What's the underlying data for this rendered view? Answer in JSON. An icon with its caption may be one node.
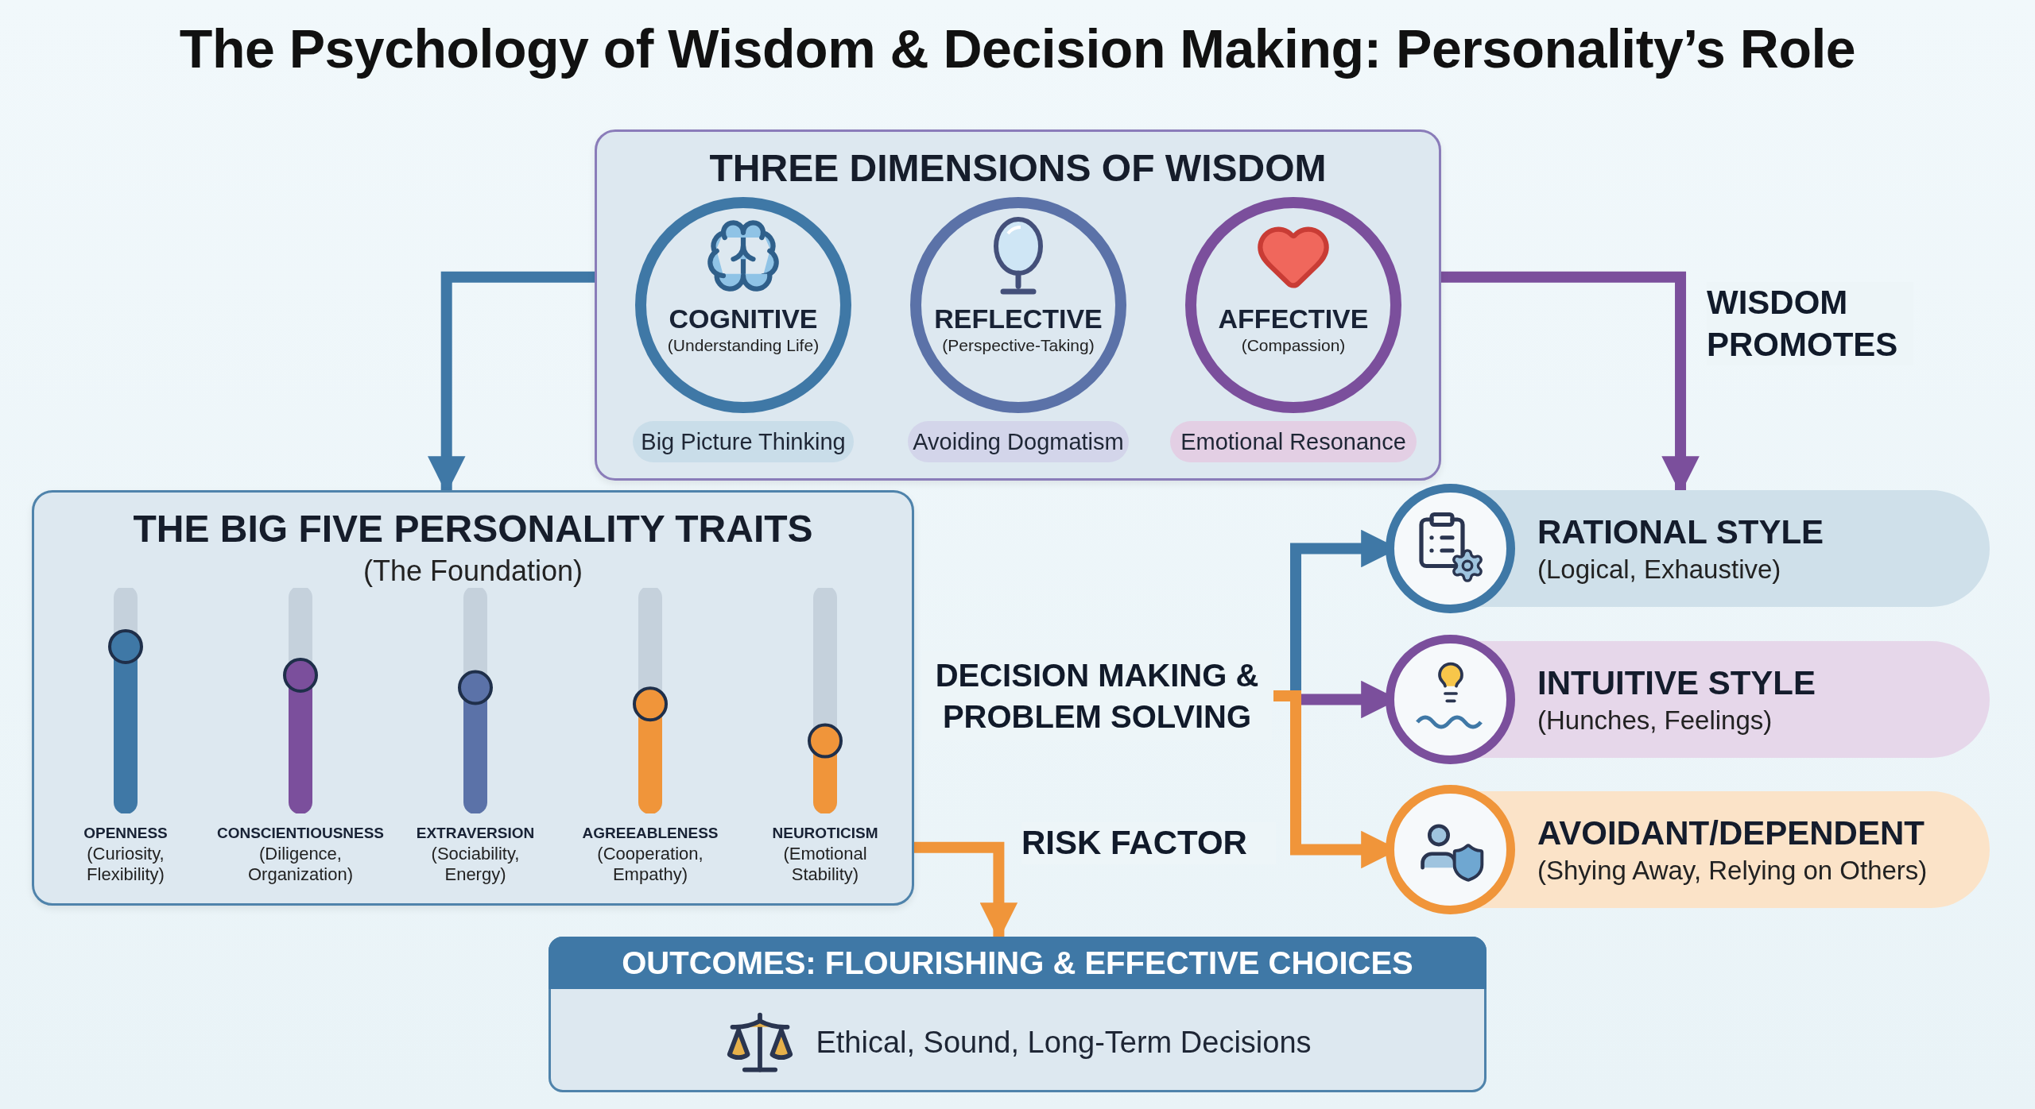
{
  "diagram": {
    "title": "The Psychology of Wisdom & Decision Making: Personality’s Role",
    "nodes": [
      {
        "text": [
          "THREE DIMENSIONS OF WISDOM"
        ]
      },
      {
        "text": [
          "COGNITIVE",
          "(Understanding Life)"
        ],
        "in": 0
      },
      {
        "text": [
          "Big Picture Thinking"
        ],
        "in": 0
      },
      {
        "text": [
          "REFLECTIVE",
          "(Perspective-Taking)"
        ],
        "in": 0
      },
      {
        "text": [
          "Avoiding Dogmatism"
        ],
        "in": 0
      },
      {
        "text": [
          "AFFECTIVE",
          "(Compassion)"
        ],
        "in": 0
      },
      {
        "text": [
          "Emotional Resonance"
        ],
        "in": 0
      },
      {
        "text": [
          "THE BIG FIVE PERSONALITY TRAITS",
          "(The Foundation)"
        ]
      },
      {
        "text": [
          "OPENNESS",
          "(Curiosity, Flexibility)"
        ],
        "in": 7
      },
      {
        "text": [
          "CONSCIENTIOUSNESS",
          "(Diligence, Organization)"
        ],
        "in": 7
      },
      {
        "text": [
          "EXTRAVERSION",
          "(Sociability, Energy)"
        ],
        "in": 7
      },
      {
        "text": [
          "AGREEABLENESS",
          "(Cooperation, Empathy)"
        ],
        "in": 7
      },
      {
        "text": [
          "NEUROTICISM",
          "(Emotional Stability)"
        ],
        "in": 7
      },
      {
        "text": [
          "DECISION MAKING & PROBLEM SOLVING"
        ]
      },
      {
        "text": [
          "RATIONAL STYLE",
          "(Logical, Exhaustive)"
        ]
      },
      {
        "text": [
          "INTUITIVE STYLE",
          "(Hunches, Feelings)"
        ]
      },
      {
        "text": [
          "AVOIDANT/DEPENDENT",
          "(Shying Away, Relying on Others)"
        ]
      },
      {
        "text": [
          "OUTCOMES: FLOURISHING & EFFECTIVE CHOICES",
          "Ethical, Sound, Long-Term Decisions"
        ]
      }
    ],
    "edges": [
      {
        "from": 0,
        "to": 7,
        "arrow": "to",
        "color": "#3f78a6"
      },
      {
        "from": 0,
        "to": 14,
        "arrow": "to",
        "color": "#7b4f9c",
        "label": "WISDOM PROMOTES"
      },
      {
        "from": 13,
        "to": 14,
        "arrow": "to",
        "color": "#3f78a6"
      },
      {
        "from": 13,
        "to": 15,
        "arrow": "to",
        "color": "#7b4f9c"
      },
      {
        "from": 13,
        "to": 16,
        "arrow": "to",
        "color": "#f0953a"
      },
      {
        "from": 7,
        "to": 17,
        "arrow": "to",
        "color": "#f0953a",
        "label": "RISK FACTOR"
      }
    ]
  }
}
